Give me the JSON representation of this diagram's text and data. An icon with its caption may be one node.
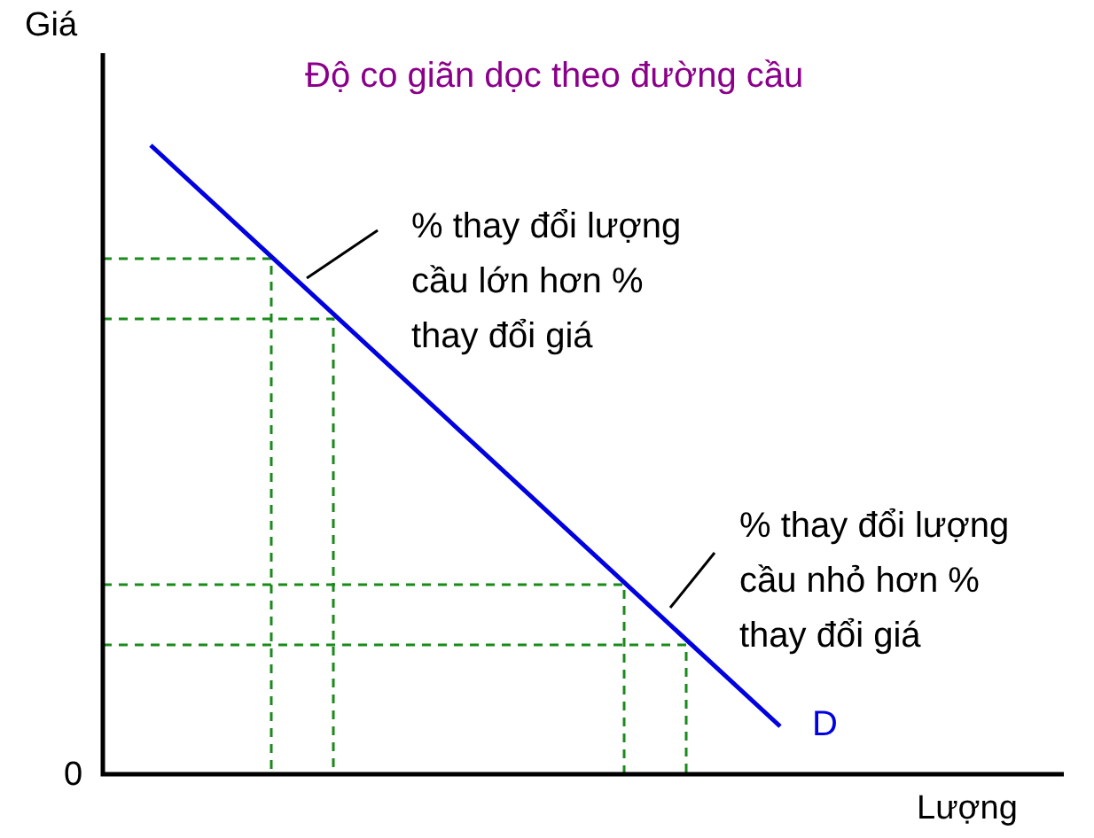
{
  "diagram": {
    "title": "Độ co giãn dọc theo đường cầu",
    "nodes": [
      {
        "text": [
          "% thay đổi lượng cầu lớn hơn % thay đổi giá"
        ]
      },
      {
        "text": [
          "% thay đổi lượng cầu nhỏ hơn % thay đổi giá"
        ]
      }
    ],
    "edges": [
      {
        "from": 0,
        "to": null,
        "arrow": "none"
      },
      {
        "from": 1,
        "to": null,
        "arrow": "none"
      }
    ],
    "labels": [
      "Giá",
      "0",
      "Lượng",
      "D"
    ]
  }
}
